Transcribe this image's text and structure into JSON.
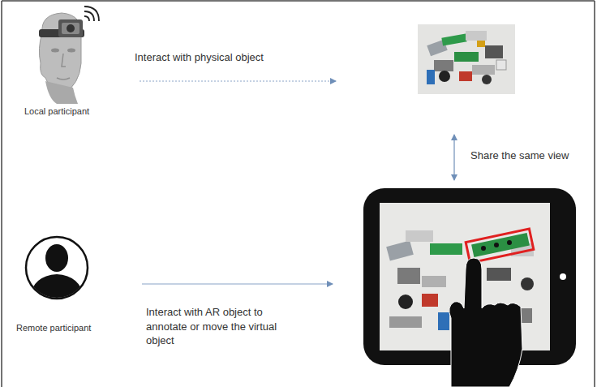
{
  "diagram": {
    "labels": [
      "Local participant",
      "Interact with physical object",
      "Share the same view",
      "Remote participant",
      "Interact with AR object to annotate or move the virtual object"
    ]
  }
}
